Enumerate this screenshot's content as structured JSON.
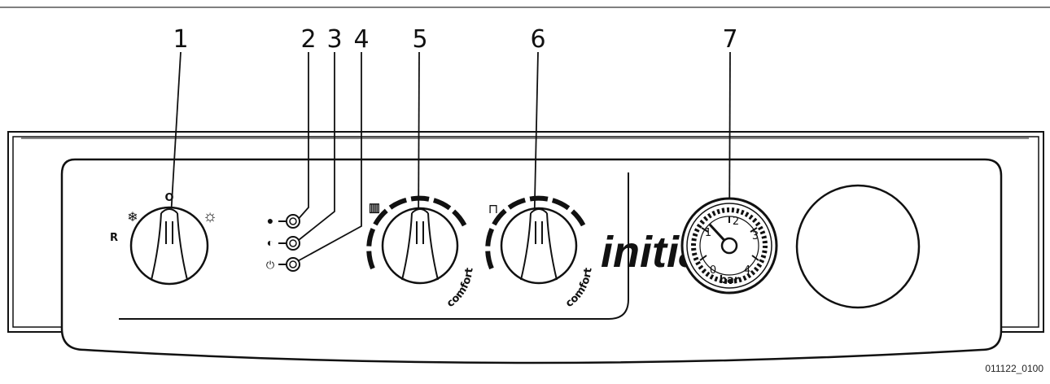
{
  "callouts": [
    "1",
    "2",
    "3",
    "4",
    "5",
    "6",
    "7"
  ],
  "mode_knob": {
    "top_label": "O",
    "left_label": "R"
  },
  "brand": "initia",
  "dial_text": "comfort",
  "gauge": {
    "unit": "bar",
    "scale": [
      "0",
      "1",
      "2",
      "3",
      "4"
    ]
  },
  "figure_id": "011122_0100",
  "colors": {
    "ink": "#111111",
    "background": "#ffffff"
  }
}
